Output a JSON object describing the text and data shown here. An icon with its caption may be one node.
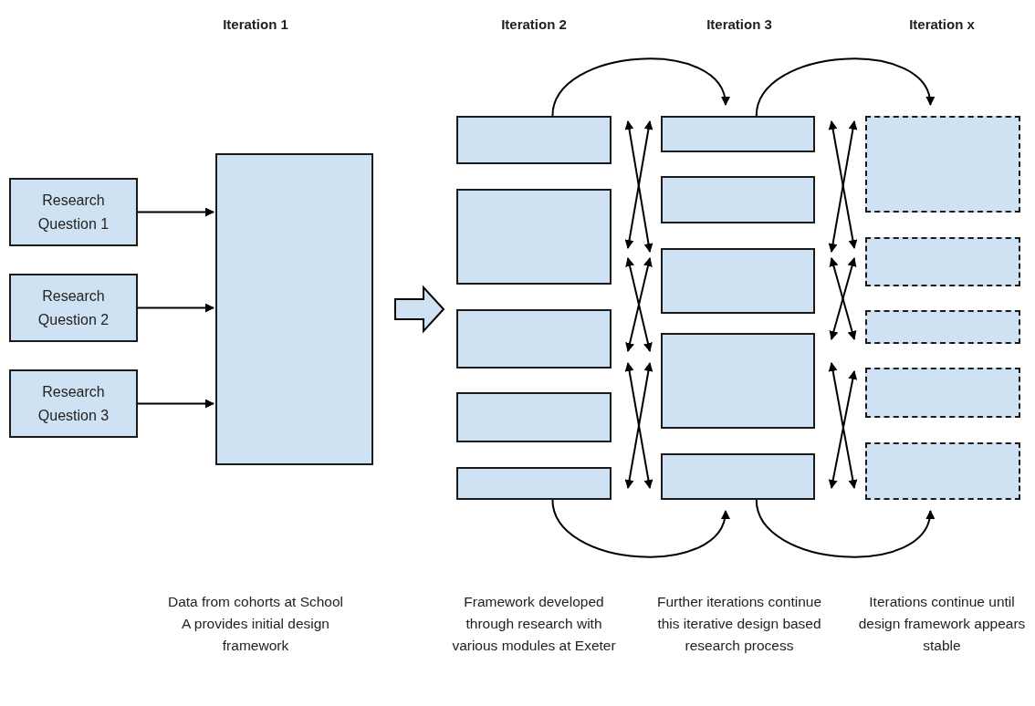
{
  "diagram": {
    "nodes": [
      {
        "text": [
          "Research Question 1"
        ]
      },
      {
        "text": [
          "Research Question 2"
        ]
      },
      {
        "text": [
          "Research Question 3"
        ]
      },
      {
        "text": [],
        "shape": "box"
      },
      {
        "text": [],
        "shape": "box"
      },
      {
        "text": [],
        "shape": "box"
      },
      {
        "text": [],
        "shape": "box"
      },
      {
        "text": [],
        "shape": "box"
      },
      {
        "text": [],
        "shape": "box"
      },
      {
        "text": [],
        "shape": "box"
      },
      {
        "text": [],
        "shape": "box"
      },
      {
        "text": [],
        "shape": "box"
      },
      {
        "text": [],
        "shape": "box"
      },
      {
        "text": [],
        "shape": "box"
      },
      {
        "text": [],
        "shape": "box"
      },
      {
        "text": [],
        "shape": "box"
      },
      {
        "text": [],
        "shape": "box"
      },
      {
        "text": [],
        "shape": "box"
      },
      {
        "text": [],
        "shape": "box"
      }
    ],
    "edges": [
      {
        "from": 0,
        "to": 3,
        "arrow": "to"
      },
      {
        "from": 1,
        "to": 3,
        "arrow": "to"
      },
      {
        "from": 2,
        "to": 3,
        "arrow": "to"
      },
      {
        "from": 3,
        "to": null,
        "arrow": "to",
        "style": "thick"
      },
      {
        "from": 4,
        "to": 9,
        "arrow": "to"
      },
      {
        "from": 8,
        "to": 13,
        "arrow": "to"
      },
      {
        "from": 9,
        "to": 14,
        "arrow": "to"
      },
      {
        "from": 13,
        "to": 18,
        "arrow": "to"
      },
      {
        "from": 4,
        "to": 11,
        "arrow": "both"
      },
      {
        "from": 5,
        "to": 9,
        "arrow": "both"
      },
      {
        "from": 5,
        "to": 12,
        "arrow": "both"
      },
      {
        "from": 6,
        "to": 11,
        "arrow": "both"
      },
      {
        "from": 6,
        "to": 13,
        "arrow": "both"
      },
      {
        "from": 8,
        "to": 12,
        "arrow": "both"
      },
      {
        "from": 9,
        "to": 15,
        "arrow": "both"
      },
      {
        "from": 11,
        "to": 14,
        "arrow": "both"
      },
      {
        "from": 11,
        "to": 16,
        "arrow": "both"
      },
      {
        "from": 12,
        "to": 15,
        "arrow": "both"
      },
      {
        "from": 12,
        "to": 18,
        "arrow": "both"
      },
      {
        "from": 13,
        "to": 17,
        "arrow": "both"
      }
    ],
    "labels": [
      "Iteration 1",
      "Iteration 2",
      "Iteration 3",
      "Iteration x",
      "Data from cohorts at School A provides initial design framework",
      "Framework developed through research with various modules at Exeter",
      "Further iterations continue this iterative design based research process",
      "Iterations continue until design framework appears stable"
    ]
  }
}
